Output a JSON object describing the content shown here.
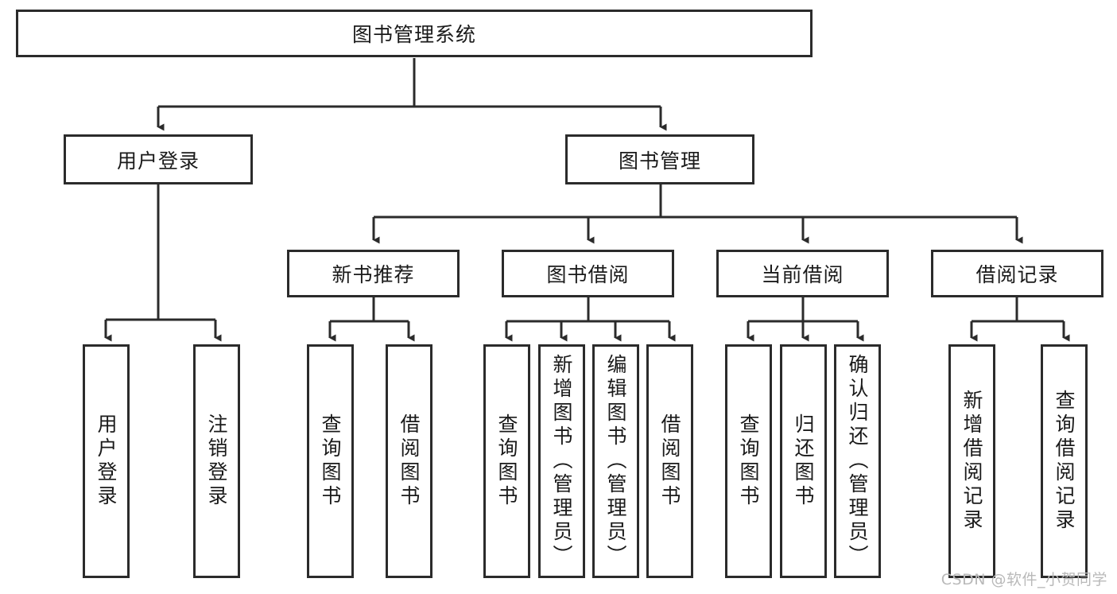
{
  "diagram": {
    "title": "图书管理系统",
    "watermark": "CSDN @软件_小贺同学",
    "line_color": "#2b2b2b",
    "box_fill": "#ffffff",
    "text_color": "#1a1a1a",
    "nodes": {
      "root": {
        "label": "图书管理系统"
      },
      "l1": [
        {
          "label": "用户登录"
        },
        {
          "label": "图书管理"
        }
      ],
      "l2": [
        {
          "label": "新书推荐"
        },
        {
          "label": "图书借阅"
        },
        {
          "label": "当前借阅"
        },
        {
          "label": "借阅记录"
        }
      ],
      "leaves": {
        "user_login": [
          {
            "label": "用户登录"
          },
          {
            "label": "注销登录"
          }
        ],
        "new_book": [
          {
            "label": "查询图书"
          },
          {
            "label": "借阅图书"
          }
        ],
        "borrow": [
          {
            "label": "查询图书"
          },
          {
            "label": "新增图书（管理员）"
          },
          {
            "label": "编辑图书（管理员）"
          },
          {
            "label": "借阅图书"
          }
        ],
        "current": [
          {
            "label": "查询图书"
          },
          {
            "label": "归还图书"
          },
          {
            "label": "确认归还（管理员）"
          }
        ],
        "records": [
          {
            "label": "新增借阅记录"
          },
          {
            "label": "查询借阅记录"
          }
        ]
      }
    }
  }
}
